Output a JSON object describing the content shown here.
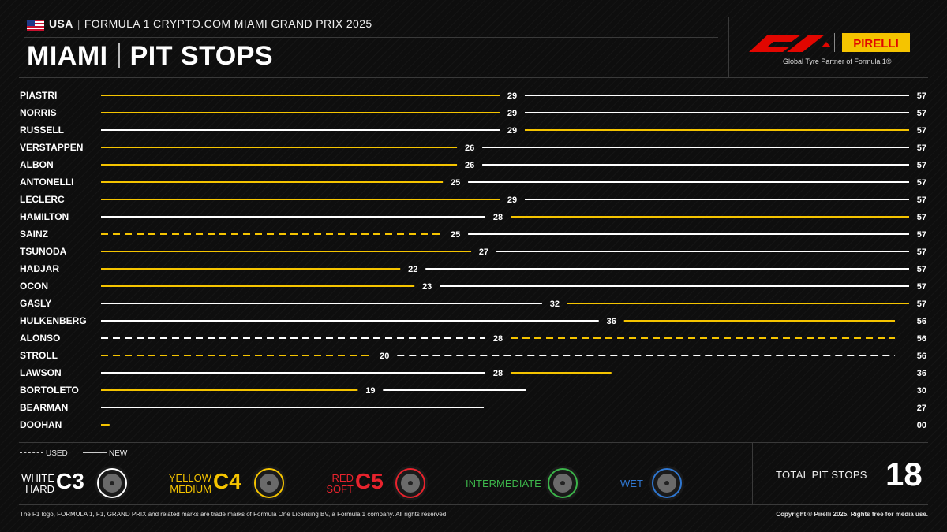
{
  "header": {
    "country": "USA",
    "event": "FORMULA 1 CRYPTO.COM MIAMI GRAND PRIX 2025",
    "title_left": "MIAMI",
    "title_right": "PIT STOPS",
    "partner_text": "Global Tyre Partner of Formula 1®",
    "pirelli_wordmark": "PIRELLI",
    "f1_logo_icon": "f1-logo-icon",
    "flag_icon": "usa-flag-icon"
  },
  "colors": {
    "medium": "#f5c400",
    "hard": "#ffffff",
    "soft": "#e8232d",
    "intermediate": "#3cb54a",
    "wet": "#2f77d1",
    "background": "#0e0e0e",
    "f1_red": "#e10600"
  },
  "chart_data": {
    "type": "bar",
    "subtype": "stint-timeline",
    "x_axis": "lap",
    "xlim": [
      0,
      57
    ],
    "series_legend": {
      "used": "USED",
      "new": "NEW"
    },
    "drivers": [
      {
        "name": "PIASTRI",
        "total_laps": "57",
        "stints": [
          {
            "compound": "medium",
            "start": 0,
            "end": 29,
            "used": false,
            "end_label": "29"
          },
          {
            "compound": "hard",
            "start": 29,
            "end": 57,
            "used": false,
            "end_label": ""
          }
        ]
      },
      {
        "name": "NORRIS",
        "total_laps": "57",
        "stints": [
          {
            "compound": "medium",
            "start": 0,
            "end": 29,
            "used": false,
            "end_label": "29"
          },
          {
            "compound": "hard",
            "start": 29,
            "end": 57,
            "used": false,
            "end_label": ""
          }
        ]
      },
      {
        "name": "RUSSELL",
        "total_laps": "57",
        "stints": [
          {
            "compound": "hard",
            "start": 0,
            "end": 29,
            "used": false,
            "end_label": "29"
          },
          {
            "compound": "medium",
            "start": 29,
            "end": 57,
            "used": false,
            "end_label": ""
          }
        ]
      },
      {
        "name": "VERSTAPPEN",
        "total_laps": "57",
        "stints": [
          {
            "compound": "medium",
            "start": 0,
            "end": 26,
            "used": false,
            "end_label": "26"
          },
          {
            "compound": "hard",
            "start": 26,
            "end": 57,
            "used": false,
            "end_label": ""
          }
        ]
      },
      {
        "name": "ALBON",
        "total_laps": "57",
        "stints": [
          {
            "compound": "medium",
            "start": 0,
            "end": 26,
            "used": false,
            "end_label": "26"
          },
          {
            "compound": "hard",
            "start": 26,
            "end": 57,
            "used": false,
            "end_label": ""
          }
        ]
      },
      {
        "name": "ANTONELLI",
        "total_laps": "57",
        "stints": [
          {
            "compound": "medium",
            "start": 0,
            "end": 25,
            "used": false,
            "end_label": "25"
          },
          {
            "compound": "hard",
            "start": 25,
            "end": 57,
            "used": false,
            "end_label": ""
          }
        ]
      },
      {
        "name": "LECLERC",
        "total_laps": "57",
        "stints": [
          {
            "compound": "medium",
            "start": 0,
            "end": 29,
            "used": false,
            "end_label": "29"
          },
          {
            "compound": "hard",
            "start": 29,
            "end": 57,
            "used": false,
            "end_label": ""
          }
        ]
      },
      {
        "name": "HAMILTON",
        "total_laps": "57",
        "stints": [
          {
            "compound": "hard",
            "start": 0,
            "end": 28,
            "used": false,
            "end_label": "28"
          },
          {
            "compound": "medium",
            "start": 28,
            "end": 57,
            "used": false,
            "end_label": ""
          }
        ]
      },
      {
        "name": "SAINZ",
        "total_laps": "57",
        "stints": [
          {
            "compound": "medium",
            "start": 0,
            "end": 25,
            "used": true,
            "end_label": "25"
          },
          {
            "compound": "hard",
            "start": 25,
            "end": 57,
            "used": false,
            "end_label": ""
          }
        ]
      },
      {
        "name": "TSUNODA",
        "total_laps": "57",
        "stints": [
          {
            "compound": "medium",
            "start": 0,
            "end": 27,
            "used": false,
            "end_label": "27"
          },
          {
            "compound": "hard",
            "start": 27,
            "end": 57,
            "used": false,
            "end_label": ""
          }
        ]
      },
      {
        "name": "HADJAR",
        "total_laps": "57",
        "stints": [
          {
            "compound": "medium",
            "start": 0,
            "end": 22,
            "used": false,
            "end_label": "22"
          },
          {
            "compound": "hard",
            "start": 22,
            "end": 57,
            "used": false,
            "end_label": ""
          }
        ]
      },
      {
        "name": "OCON",
        "total_laps": "57",
        "stints": [
          {
            "compound": "medium",
            "start": 0,
            "end": 23,
            "used": false,
            "end_label": "23"
          },
          {
            "compound": "hard",
            "start": 23,
            "end": 57,
            "used": false,
            "end_label": ""
          }
        ]
      },
      {
        "name": "GASLY",
        "total_laps": "57",
        "stints": [
          {
            "compound": "hard",
            "start": 0,
            "end": 32,
            "used": false,
            "end_label": "32"
          },
          {
            "compound": "medium",
            "start": 32,
            "end": 57,
            "used": false,
            "end_label": ""
          }
        ]
      },
      {
        "name": "HULKENBERG",
        "total_laps": "56",
        "stints": [
          {
            "compound": "hard",
            "start": 0,
            "end": 36,
            "used": false,
            "end_label": "36"
          },
          {
            "compound": "medium",
            "start": 36,
            "end": 56,
            "used": false,
            "end_label": ""
          }
        ]
      },
      {
        "name": "ALONSO",
        "total_laps": "56",
        "stints": [
          {
            "compound": "hard",
            "start": 0,
            "end": 28,
            "used": true,
            "end_label": "28"
          },
          {
            "compound": "medium",
            "start": 28,
            "end": 56,
            "used": true,
            "end_label": ""
          }
        ]
      },
      {
        "name": "STROLL",
        "total_laps": "56",
        "stints": [
          {
            "compound": "medium",
            "start": 0,
            "end": 20,
            "used": true,
            "end_label": "20"
          },
          {
            "compound": "hard",
            "start": 20,
            "end": 56,
            "used": true,
            "end_label": ""
          }
        ]
      },
      {
        "name": "LAWSON",
        "total_laps": "36",
        "stints": [
          {
            "compound": "hard",
            "start": 0,
            "end": 28,
            "used": false,
            "end_label": "28"
          },
          {
            "compound": "medium",
            "start": 28,
            "end": 36,
            "used": false,
            "end_label": ""
          }
        ]
      },
      {
        "name": "BORTOLETO",
        "total_laps": "30",
        "stints": [
          {
            "compound": "medium",
            "start": 0,
            "end": 19,
            "used": false,
            "end_label": "19"
          },
          {
            "compound": "hard",
            "start": 19,
            "end": 30,
            "used": false,
            "end_label": ""
          }
        ]
      },
      {
        "name": "BEARMAN",
        "total_laps": "27",
        "stints": [
          {
            "compound": "hard",
            "start": 0,
            "end": 27,
            "used": false,
            "end_label": ""
          }
        ]
      },
      {
        "name": "DOOHAN",
        "total_laps": "00",
        "stints": [
          {
            "compound": "medium",
            "start": 0,
            "end": 0.6,
            "used": false,
            "end_label": ""
          }
        ]
      }
    ]
  },
  "tyres": [
    {
      "line1": "WHITE",
      "line2": "HARD",
      "code": "C3",
      "color": "#ffffff",
      "icon": "hard-tyre-icon"
    },
    {
      "line1": "YELLOW",
      "line2": "MEDIUM",
      "code": "C4",
      "color": "#f5c400",
      "icon": "medium-tyre-icon"
    },
    {
      "line1": "RED",
      "line2": "SOFT",
      "code": "C5",
      "color": "#e8232d",
      "icon": "soft-tyre-icon"
    },
    {
      "line1": "INTERMEDIATE",
      "color": "#3cb54a",
      "icon": "intermediate-tyre-icon"
    },
    {
      "line1": "WET",
      "color": "#2f77d1",
      "icon": "wet-tyre-icon"
    }
  ],
  "totals": {
    "label": "TOTAL PIT STOPS",
    "value": "18"
  },
  "footer": {
    "legal": "The F1 logo, FORMULA 1, F1, GRAND PRIX and related marks are trade marks of Formula One Licensing BV, a Formula 1 company. All rights reserved.",
    "copyright": "Copyright © Pirelli 2025. Rights free for media use."
  }
}
